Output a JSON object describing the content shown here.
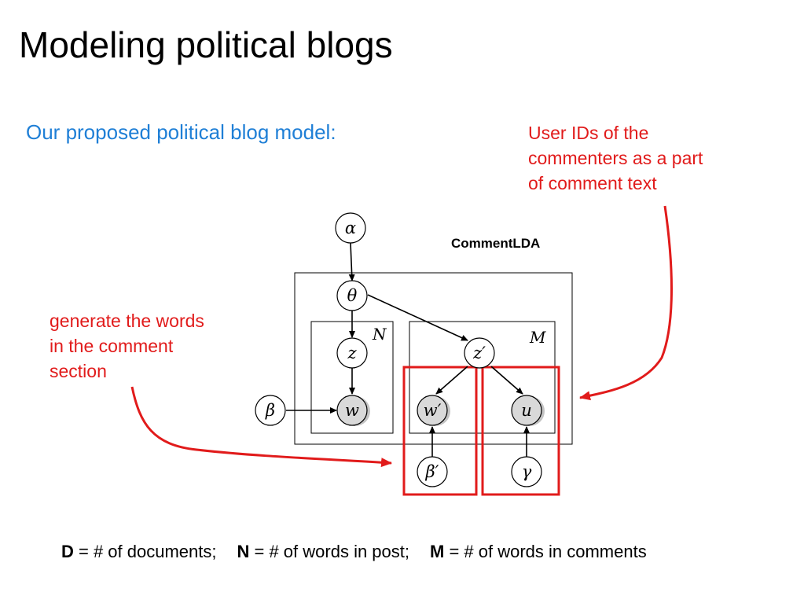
{
  "slide": {
    "title": "Modeling political blogs",
    "subtitle": "Our proposed political blog model:"
  },
  "annotations": {
    "user_ids": "User IDs of the\ncommenters as a part\nof comment text",
    "generate_words": "generate the words\nin the comment\nsection"
  },
  "diagram": {
    "model_name": "CommentLDA",
    "nodes": {
      "alpha": "α",
      "theta": "θ",
      "z": "z",
      "w": "w",
      "beta": "β",
      "z_prime": "z′",
      "w_prime": "w′",
      "u": "u",
      "beta_prime": "β′",
      "gamma": "γ"
    },
    "plates": {
      "N": "N",
      "M": "M"
    },
    "colors": {
      "annotation": "#e11b1b",
      "subtitle": "#1f7fd6",
      "observed_node": "#d9d9d9"
    }
  },
  "footer": {
    "d_key": "D",
    "d_def": " = # of documents;",
    "n_key": "N",
    "n_def": " = # of words in post;",
    "m_key": "M",
    "m_def": " = # of words in comments"
  }
}
